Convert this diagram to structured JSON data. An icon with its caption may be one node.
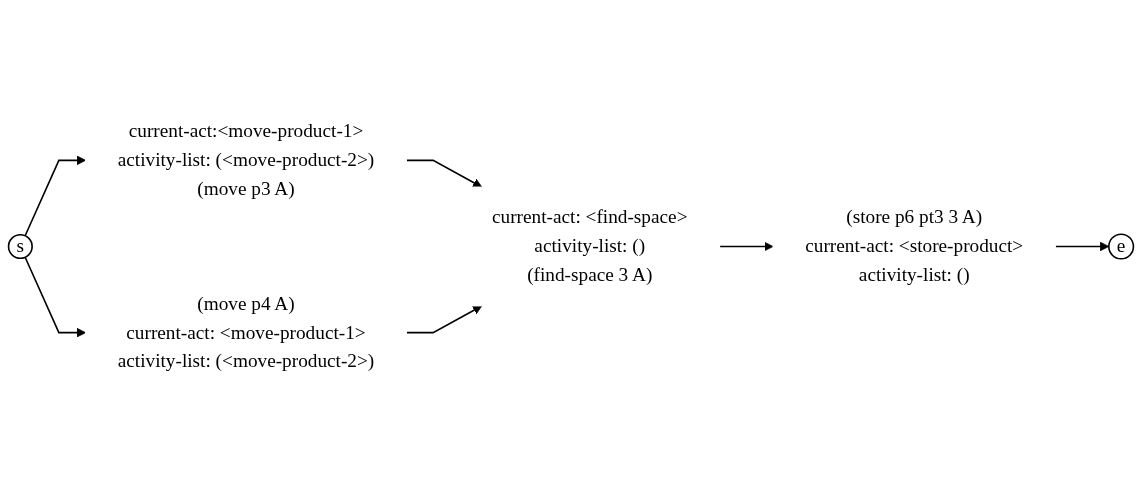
{
  "diagram": {
    "nodes": [
      {
        "text": [
          "s"
        ]
      },
      {
        "text": [
          "current-act:<move-product-1>",
          "activity-list: (<move-product-2>)",
          "(move p3 A)"
        ]
      },
      {
        "text": [
          "(move p4 A)",
          "current-act: <move-product-1>",
          "activity-list: (<move-product-2>)"
        ]
      },
      {
        "text": [
          "current-act: <find-space>",
          "activity-list: ()",
          "(find-space 3 A)"
        ]
      },
      {
        "text": [
          "(store p6 pt3 3 A)",
          "current-act: <store-product>",
          "activity-list: ()"
        ]
      },
      {
        "text": [
          "e"
        ]
      }
    ],
    "edges": [
      {
        "from": 0,
        "to": 1,
        "arrow": "to"
      },
      {
        "from": 0,
        "to": 2,
        "arrow": "to"
      },
      {
        "from": 1,
        "to": 3,
        "arrow": "to"
      },
      {
        "from": 2,
        "to": 3,
        "arrow": "to"
      },
      {
        "from": 3,
        "to": 4,
        "arrow": "to"
      },
      {
        "from": 4,
        "to": 5,
        "arrow": "to"
      }
    ]
  }
}
